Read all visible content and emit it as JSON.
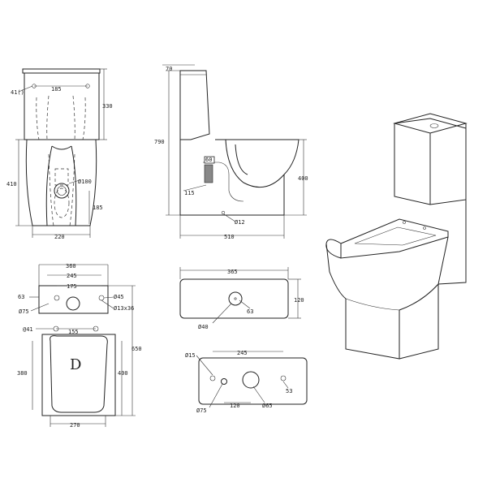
{
  "front_view": {
    "label_tank_holes": "41()",
    "hole_spacing": "185",
    "tank_height": "330",
    "base_height": "410",
    "outlet_dia": "Ø100",
    "outlet_offset": "185",
    "base_width": "220"
  },
  "side_view": {
    "top_label": "70",
    "overall_height": "790",
    "bowl_height": "400",
    "outlet_label_a": "60",
    "outlet_label_b": "115",
    "anchor_dia": "Ø12",
    "depth": "510"
  },
  "top_view": {
    "overall_width": "360",
    "inner_width": "245",
    "hole_spacing": "175",
    "left_offset": "63",
    "hole_dia": "Ø45",
    "right_hole": "Ø13x36",
    "left_hole": "Ø75",
    "seat_hole_label": "@41",
    "seat_hole_spacing": "155",
    "seat_depth": "380",
    "bowl_depth": "400",
    "overall_depth": "650",
    "bottom_width": "270",
    "seat_letter": "D"
  },
  "tank_lid_view": {
    "width": "365",
    "height": "120",
    "button_offset": "63",
    "button_dia": "Ø40"
  },
  "tank_base_view": {
    "hole_small": "Ø15",
    "span": "245",
    "offset": "53",
    "left_dia": "Ø75",
    "center_offset": "120",
    "center_dia": "Ø65"
  }
}
